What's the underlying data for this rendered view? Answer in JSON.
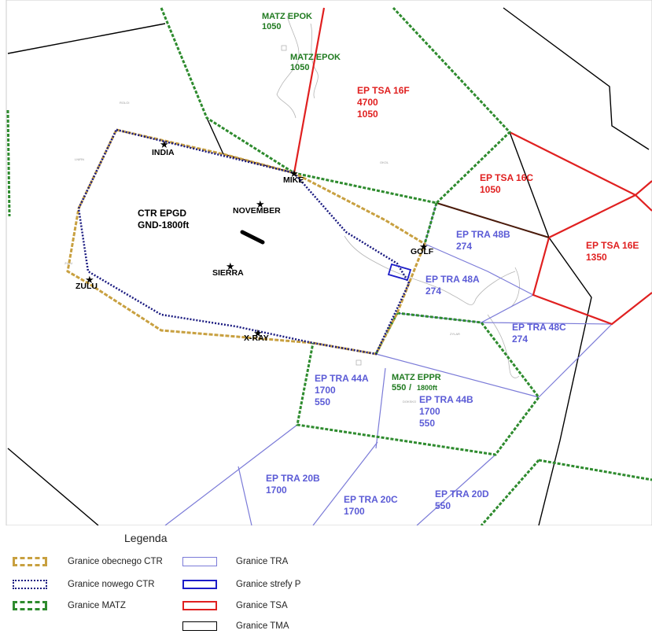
{
  "map": {
    "ctr_label": [
      "CTR EPGD",
      "GND-1800ft"
    ],
    "points": [
      "INDIA",
      "MIKE",
      "NOVEMBER",
      "GOLF",
      "SIERRA",
      "ZULU",
      "X-RAY"
    ],
    "tsa": [
      {
        "name": "EP TSA 16F",
        "values": [
          "4700",
          "1050"
        ]
      },
      {
        "name": "EP TSA 16C",
        "values": [
          "1050"
        ]
      },
      {
        "name": "EP TSA 16E",
        "values": [
          "1350"
        ]
      }
    ],
    "tra": [
      {
        "name": "EP TRA 48B",
        "values": [
          "274"
        ]
      },
      {
        "name": "EP TRA 48A",
        "values": [
          "274"
        ]
      },
      {
        "name": "EP TRA 48C",
        "values": [
          "274"
        ]
      },
      {
        "name": "EP TRA 44A",
        "values": [
          "1700",
          "550"
        ]
      },
      {
        "name": "EP TRA 44B",
        "values": [
          "1700",
          "550"
        ]
      },
      {
        "name": "EP TRA 20B",
        "values": [
          "1700"
        ]
      },
      {
        "name": "EP TRA 20C",
        "values": [
          "1700"
        ]
      },
      {
        "name": "EP TRA 20D",
        "values": [
          "550"
        ]
      }
    ],
    "matz": [
      {
        "name": "MATZ EPOK",
        "values": [
          "1050"
        ]
      },
      {
        "name": "MATZ EPOK",
        "values": [
          "1050"
        ]
      },
      {
        "name": "MATZ EPPR",
        "values": [
          "550",
          "1800ft"
        ]
      }
    ]
  },
  "legend": {
    "title": "Legenda",
    "items": [
      {
        "label": "Granice obecnego CTR",
        "color": "#c8a040",
        "style": "dashed"
      },
      {
        "label": "Granice nowego CTR",
        "color": "#1a1a80",
        "style": "dotted"
      },
      {
        "label": "Granice MATZ",
        "color": "#2e8b2e",
        "style": "dashed"
      },
      {
        "label": "Granice TRA",
        "color": "#7b7bd8",
        "style": "solid"
      },
      {
        "label": "Granice strefy P",
        "color": "#1c1cc8",
        "style": "solid"
      },
      {
        "label": "Granice TSA",
        "color": "#e02020",
        "style": "solid"
      },
      {
        "label": "Granice TMA",
        "color": "#000000",
        "style": "solid"
      }
    ]
  },
  "colors": {
    "tra": "#5b5bd6",
    "tsa": "#e02020",
    "matz": "#2e8b2e",
    "current_ctr": "#c8a040",
    "new_ctr": "#1a1a80",
    "tma": "#000000",
    "p_zone": "#1c1cc8"
  }
}
